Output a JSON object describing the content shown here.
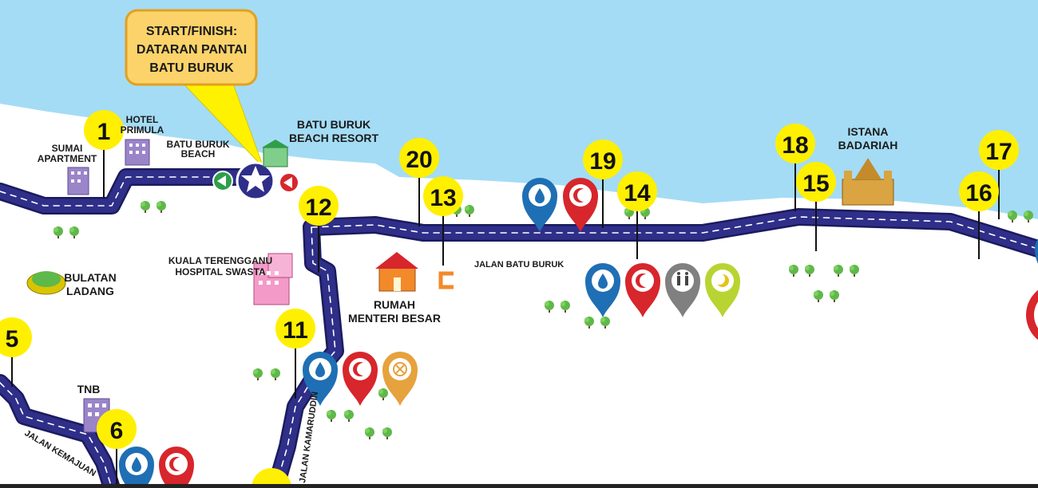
{
  "start_finish": {
    "line1": "START/FINISH:",
    "line2": "DATARAN PANTAI",
    "line3": "BATU BURUK"
  },
  "places": {
    "hotel_primula": [
      "HOTEL",
      "PRIMULA"
    ],
    "sumai_apartment": [
      "SUMAI",
      "APARTMENT"
    ],
    "batu_buruk_beach": [
      "BATU BURUK",
      "BEACH"
    ],
    "beach_resort": [
      "BATU BURUK",
      "BEACH RESORT"
    ],
    "istana": [
      "ISTANA",
      "BADARIAH"
    ],
    "bulatan": [
      "BULATAN",
      "LADANG"
    ],
    "hospital": [
      "KUALA TERENGGANU",
      "HOSPITAL SWASTA"
    ],
    "rumah": [
      "RUMAH",
      "MENTERI BESAR"
    ],
    "tnb": "TNB"
  },
  "roads": {
    "jalan_batu_buruk": "JALAN BATU BURUK",
    "jalan_kemajuan": "JALAN KEMAJUAN",
    "jalan_kamaruddin": "JALAN KAMARUDDIN"
  },
  "markers": {
    "m1": "1",
    "m5": "5",
    "m6": "6",
    "m11": "11",
    "m12": "12",
    "m13": "13",
    "m14": "14",
    "m15": "15",
    "m16": "16",
    "m17": "17",
    "m18": "18",
    "m19": "19",
    "m20": "20"
  },
  "colors": {
    "sea": "#a4dcf5",
    "road": "#2f2f8a",
    "marker": "#ffef00",
    "callout": "#fbd36a",
    "water_pin": "#1f6fb5",
    "medical_pin": "#d7262c",
    "toilet_pin": "#808080",
    "rest_pin": "#b8d432",
    "food_pin": "#e6a23c"
  },
  "pin_types": [
    "water-drop-icon",
    "red-crescent-icon",
    "toilet-icon",
    "crescent-moon-icon",
    "food-icon"
  ]
}
